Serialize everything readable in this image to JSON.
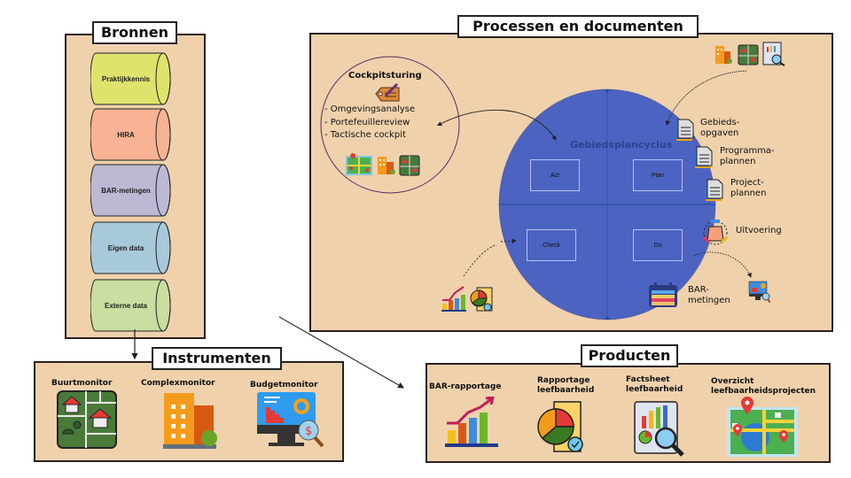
{
  "bronnen": {
    "title": "Bronnen",
    "sources": [
      {
        "label": "Praktijkkennis",
        "color": "#dfe36c"
      },
      {
        "label": "HIRA",
        "color": "#f8b394"
      },
      {
        "label": "BAR-metingen",
        "color": "#bdb8d4"
      },
      {
        "label": "Eigen data",
        "color": "#a8c9da"
      },
      {
        "label": "Externe data",
        "color": "#c9dea0"
      }
    ]
  },
  "processen": {
    "title": "Processen en documenten",
    "cockpit": {
      "title": "Cockpitsturing",
      "items": [
        "- Omgevingsanalyse",
        "- Portefeuillereview",
        "- Tactische cockpit"
      ]
    },
    "cycle": {
      "title": "Gebiedsplancyclus",
      "quadrants": [
        "Act",
        "Plan",
        "Check",
        "Do"
      ],
      "color": "#4c63c2"
    },
    "documents": [
      {
        "line1": "Gebieds-",
        "line2": "opgaven"
      },
      {
        "line1": "Programma-",
        "line2": "plannen"
      },
      {
        "line1": "Project-",
        "line2": "plannen"
      }
    ],
    "uitvoering": "Uitvoering",
    "bar_metingen": {
      "line1": "BAR-",
      "line2": "metingen"
    }
  },
  "instrumenten": {
    "title": "Instrumenten",
    "items": [
      "Buurtmonitor",
      "Complexmonitor",
      "Budgetmonitor"
    ]
  },
  "producten": {
    "title": "Producten",
    "items": [
      {
        "line1": "BAR-rapportage",
        "line2": ""
      },
      {
        "line1": "Rapportage",
        "line2": "leefbaarheid"
      },
      {
        "line1": "Factsheet",
        "line2": "leefbaarheid"
      },
      {
        "line1": "Overzicht",
        "line2": "leefbaarheidsprojecten"
      }
    ]
  },
  "colors": {
    "panel": "#efd1ac",
    "border": "#2b2020"
  }
}
